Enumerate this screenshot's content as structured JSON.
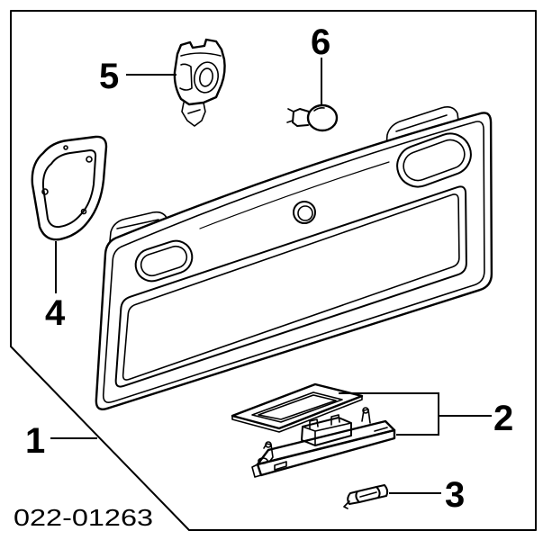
{
  "diagram": {
    "callouts": [
      "1",
      "2",
      "3",
      "4",
      "5",
      "6"
    ],
    "part_number": "022-01263"
  }
}
